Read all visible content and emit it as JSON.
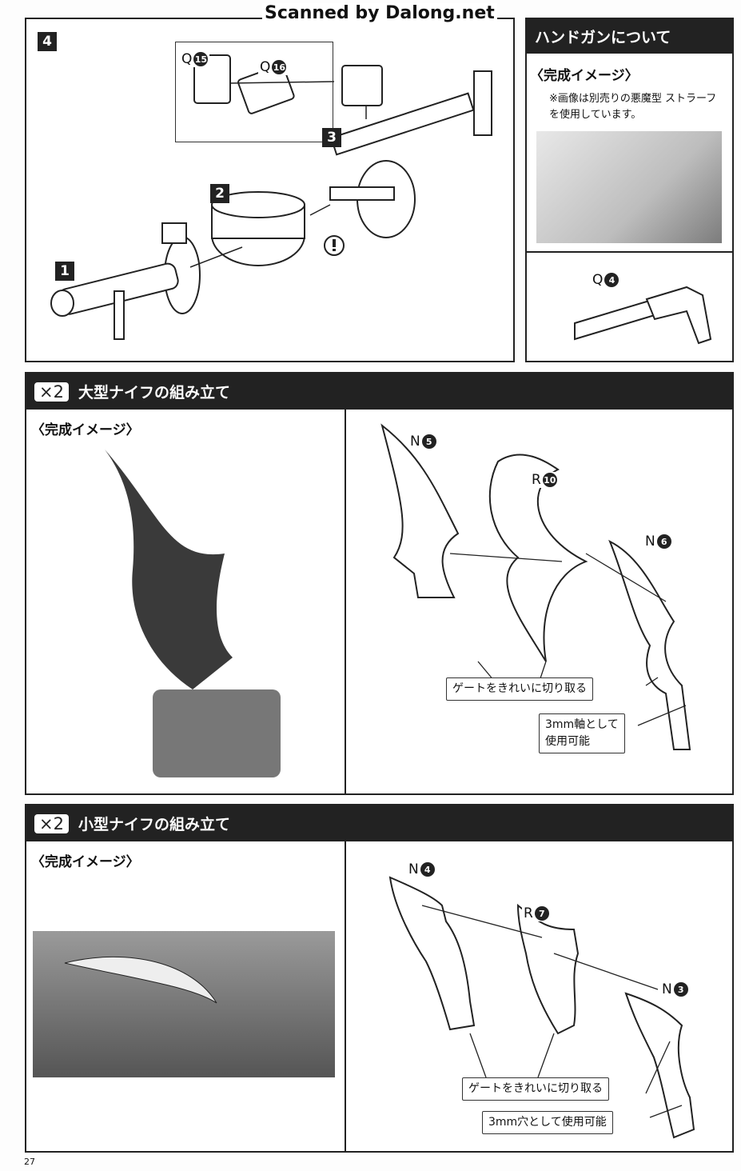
{
  "watermark": "Scanned by Dalong.net",
  "step4": {
    "step_label": "4",
    "sub_steps": [
      "1",
      "2",
      "3"
    ],
    "parts": [
      {
        "letter": "Q",
        "num": "15"
      },
      {
        "letter": "Q",
        "num": "16"
      }
    ],
    "caution_icon": "exclamation-circle-icon"
  },
  "handgun": {
    "title": "ハンドガンについて",
    "image_heading": "〈完成イメージ〉",
    "note_line1": "※画像は別売りの悪魔型 ストラーフ",
    "note_line2": "を使用しています。",
    "part": {
      "letter": "Q",
      "num": "4"
    }
  },
  "large_knife": {
    "multiplier": "×2",
    "title": "大型ナイフの組み立て",
    "image_heading": "〈完成イメージ〉",
    "parts": [
      {
        "letter": "N",
        "num": "5"
      },
      {
        "letter": "R",
        "num": "10"
      },
      {
        "letter": "N",
        "num": "6"
      }
    ],
    "callout_gate": "ゲートをきれいに切り取る",
    "callout_axis_line1": "3mm軸として",
    "callout_axis_line2": "使用可能"
  },
  "small_knife": {
    "multiplier": "×2",
    "title": "小型ナイフの組み立て",
    "image_heading": "〈完成イメージ〉",
    "parts": [
      {
        "letter": "N",
        "num": "4"
      },
      {
        "letter": "R",
        "num": "7"
      },
      {
        "letter": "N",
        "num": "3"
      }
    ],
    "callout_gate": "ゲートをきれいに切り取る",
    "callout_hole": "3mm穴として使用可能"
  },
  "page_number": "27"
}
